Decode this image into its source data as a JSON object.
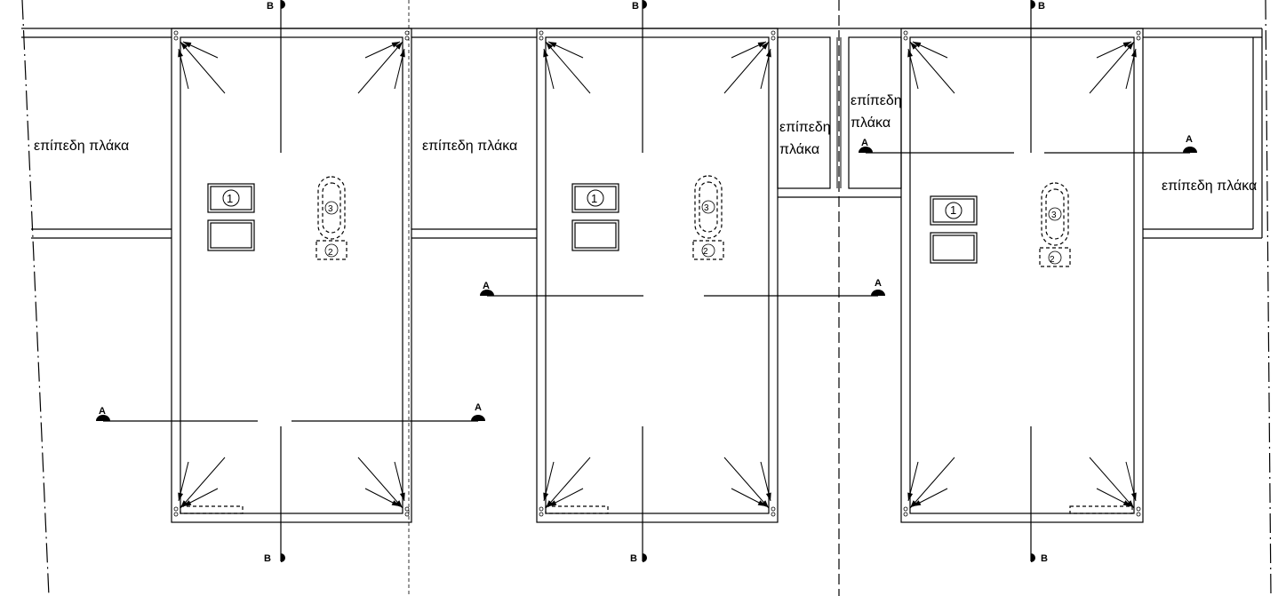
{
  "drawing": {
    "slab_label": "επίπεδη πλάκα",
    "slab_word1": "επίπεδη",
    "slab_word2": "πλάκα",
    "section_a": "A",
    "section_b": "B",
    "item_1": "1",
    "item_2": "2",
    "item_3": "3"
  },
  "colors": {
    "line": "#000000",
    "background": "#ffffff"
  }
}
